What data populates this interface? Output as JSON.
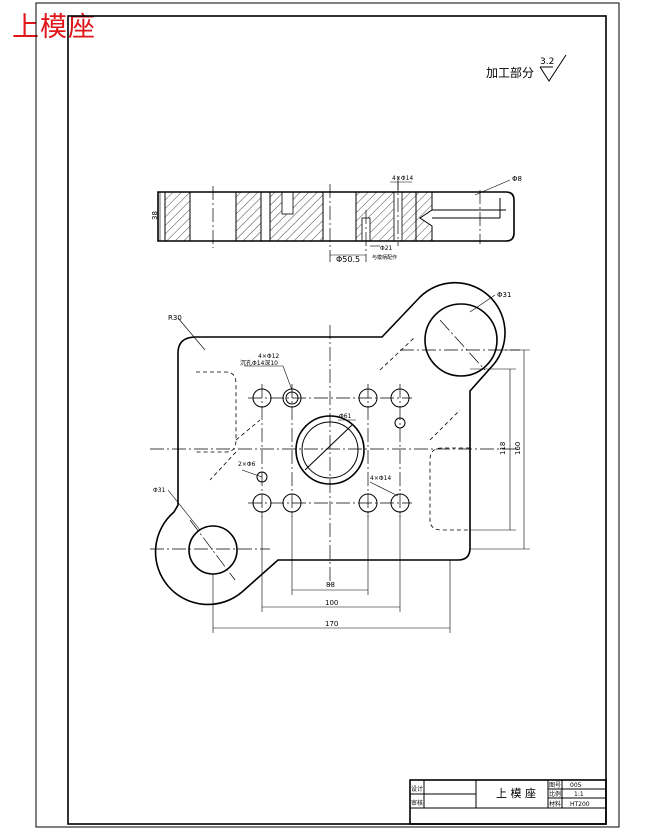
{
  "corner_title": "上模座",
  "surface_note": {
    "label": "加工部分",
    "roughness": "3.2"
  },
  "section_labels": {
    "four_holes_small": "4×Φ14",
    "height": "38",
    "leader_top_right": "Φ8",
    "bore": "Φ50.5",
    "small_hole": "Φ21",
    "note": "与模柄配作"
  },
  "plan_labels": {
    "radius_big": "R30",
    "top_right_hole": "Φ31",
    "four_holes_left": "4×Φ12",
    "counterbore_left": "沉孔Φ14深10",
    "center_hole": "Φ61",
    "two_holes": "2×Φ6",
    "four_holes_right": "4×Φ14",
    "bottom_left_hole": "Φ31",
    "dim_vertical_inner": "118",
    "dim_vertical_outer": "160"
  },
  "dimensions": {
    "inner_bottom": "88",
    "middle_bottom": "100",
    "outer_bottom": "170"
  },
  "title_block": {
    "part_name": "上 模 座",
    "design_label": "设计",
    "check_label": "审核",
    "material_label": "材料",
    "material_value": "HT200",
    "scale_label": "比例",
    "scale_value": "1:1",
    "drawing_no_label": "图号",
    "drawing_no_value": "005"
  }
}
